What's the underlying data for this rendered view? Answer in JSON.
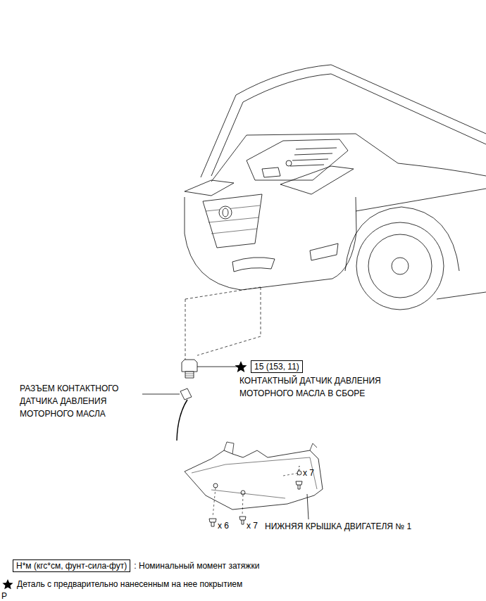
{
  "diagram": {
    "nodes": [
      {
        "text": [
          "15 (153, 11)"
        ]
      },
      {
        "text": [
          "Н*м (кгс*см, фунт-сила-фут)"
        ]
      }
    ],
    "labels": [
      "КОНТАКТНЫЙ ДАТЧИК ДАВЛЕНИЯ МОТОРНОГО МАСЛА В СБОРЕ",
      "РАЗЪЕМ КОНТАКТНОГО ДАТЧИКА ДАВЛЕНИЯ МОТОРНОГО МАСЛА",
      "x 7",
      "x 6",
      "x 7",
      "НИЖНЯЯ КРЫШКА ДВИГАТЕЛЯ № 1",
      "P"
    ],
    "legend": [
      {
        "text": ": Номинальный момент затяжки"
      },
      {
        "text": "Деталь с предварительно нанесенным на нее покрытием"
      }
    ]
  }
}
